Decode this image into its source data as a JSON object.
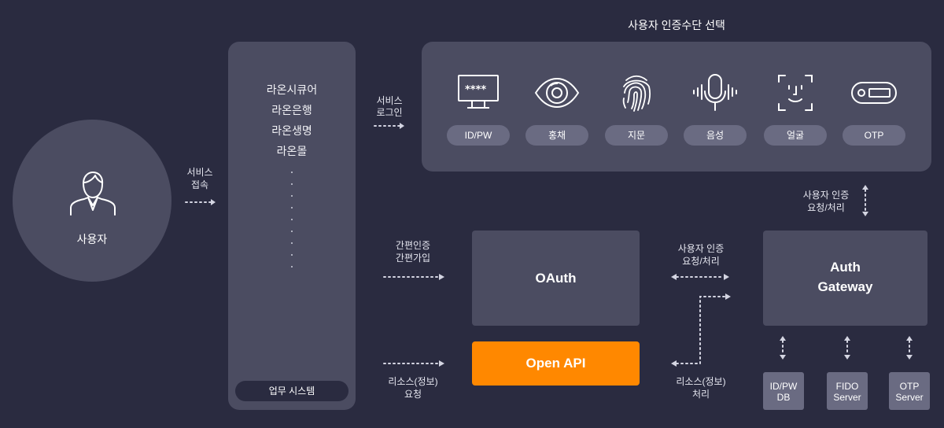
{
  "user": {
    "label": "사용자"
  },
  "arrows": {
    "service_access": [
      "서비스",
      "접속"
    ],
    "service_login": [
      "서비스",
      "로그인"
    ],
    "simple_auth": [
      "간편인증",
      "간편가입"
    ],
    "resource_request": [
      "리소스(정보)",
      "요청"
    ],
    "auth_request_mid": [
      "사용자 인증",
      "요청/처리"
    ],
    "resource_process": [
      "리소스(정보)",
      "처리"
    ],
    "auth_request_right": [
      "사용자 인증",
      "요청/처리"
    ]
  },
  "business_system": {
    "items": [
      "라온시큐어",
      "라온은행",
      "라온생명",
      "라온몰"
    ],
    "footer": "업무 시스템"
  },
  "auth_methods": {
    "title": "사용자 인증수단 선택",
    "items": [
      {
        "label": "ID/PW",
        "icon": "monitor-password-icon"
      },
      {
        "label": "홍채",
        "icon": "eye-icon"
      },
      {
        "label": "지문",
        "icon": "fingerprint-icon"
      },
      {
        "label": "음성",
        "icon": "microphone-icon"
      },
      {
        "label": "얼굴",
        "icon": "face-scan-icon"
      },
      {
        "label": "OTP",
        "icon": "otp-token-icon"
      }
    ]
  },
  "oauth": {
    "label": "OAuth"
  },
  "open_api": {
    "label": "Open API",
    "color": "#ff8800"
  },
  "auth_gateway": {
    "line1": "Auth",
    "line2": "Gateway"
  },
  "backends": [
    {
      "line1": "ID/PW",
      "line2": "DB"
    },
    {
      "line1": "FIDO",
      "line2": "Server"
    },
    {
      "line1": "OTP",
      "line2": "Server"
    }
  ],
  "colors": {
    "background": "#2a2b40",
    "panel": "#4b4c61",
    "pill": "#6a6b82",
    "accent": "#ff8800"
  }
}
